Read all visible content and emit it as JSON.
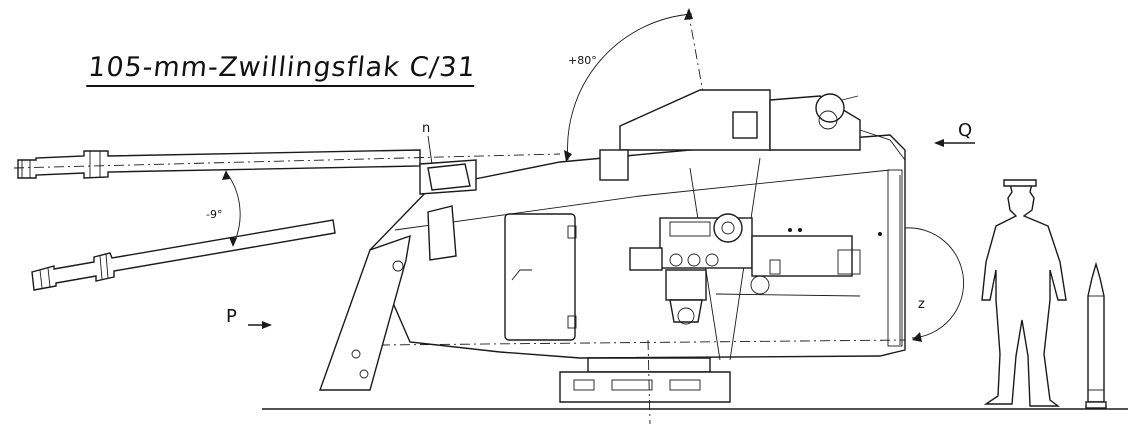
{
  "title": "105-mm-Zwillingsflak C/31",
  "labels": {
    "elevation_max": "+80°",
    "elevation_min": "-9°",
    "mark_n": "n",
    "mark_p": "P",
    "mark_q": "Q",
    "mark_z": "z"
  }
}
